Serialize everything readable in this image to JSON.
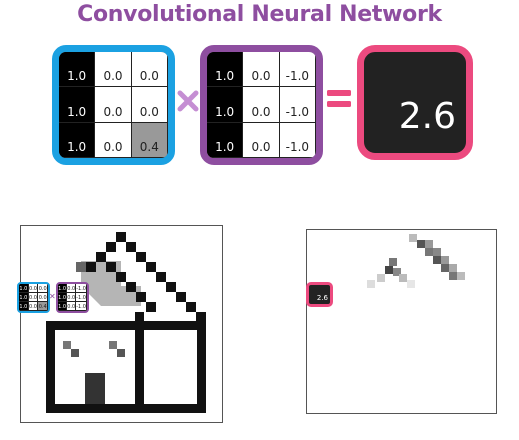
{
  "title": "Convolutional Neural Network",
  "image_patch": {
    "color": "#1ba1e2",
    "cells": [
      {
        "text": "1.0",
        "bg": "#000000"
      },
      {
        "text": "0.0",
        "bg": "#ffffff"
      },
      {
        "text": "0.0",
        "bg": "#ffffff"
      },
      {
        "text": "1.0",
        "bg": "#000000"
      },
      {
        "text": "0.0",
        "bg": "#ffffff"
      },
      {
        "text": "0.0",
        "bg": "#ffffff"
      },
      {
        "text": "1.0",
        "bg": "#000000"
      },
      {
        "text": "0.0",
        "bg": "#ffffff"
      },
      {
        "text": "0.4",
        "bg": "#999999"
      }
    ]
  },
  "kernel": {
    "color": "#8e4ea0",
    "cells": [
      {
        "text": "1.0",
        "bg": "#000000"
      },
      {
        "text": "0.0",
        "bg": "#ffffff"
      },
      {
        "text": "-1.0",
        "bg": "#ffffff"
      },
      {
        "text": "1.0",
        "bg": "#000000"
      },
      {
        "text": "0.0",
        "bg": "#ffffff"
      },
      {
        "text": "-1.0",
        "bg": "#ffffff"
      },
      {
        "text": "1.0",
        "bg": "#000000"
      },
      {
        "text": "0.0",
        "bg": "#ffffff"
      },
      {
        "text": "-1.0",
        "bg": "#ffffff"
      }
    ]
  },
  "result": {
    "value": "2.6",
    "color": "#ec4a7f",
    "mini_value": "2.6"
  },
  "operators": {
    "multiply": "times-icon",
    "equals": "equals-icon"
  }
}
